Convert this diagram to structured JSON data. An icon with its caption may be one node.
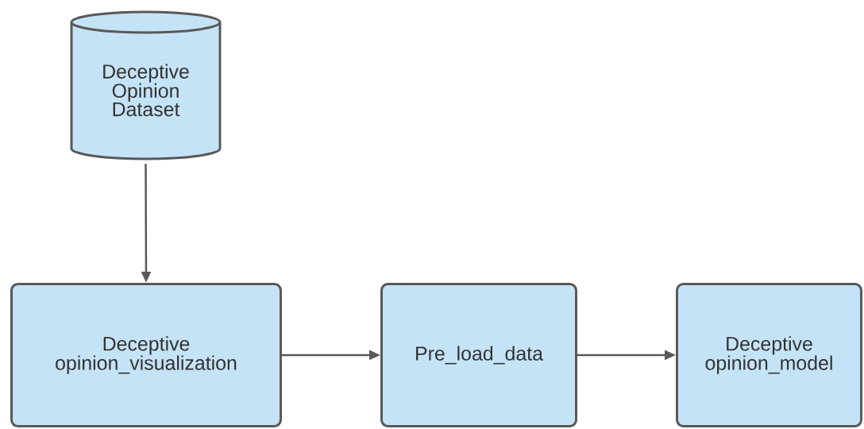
{
  "diagram": {
    "nodes": [
      {
        "text": [
          "Deceptive Opinion Dataset"
        ]
      },
      {
        "text": [
          "Deceptive opinion_visualization"
        ]
      },
      {
        "text": [
          "Pre_load_data"
        ]
      },
      {
        "text": [
          "Deceptive opinion_model"
        ]
      }
    ],
    "edges": [
      {
        "from": 0,
        "to": 1,
        "arrow": "to"
      },
      {
        "from": 1,
        "to": 2,
        "arrow": "to"
      },
      {
        "from": 2,
        "to": 3,
        "arrow": "to"
      }
    ]
  }
}
